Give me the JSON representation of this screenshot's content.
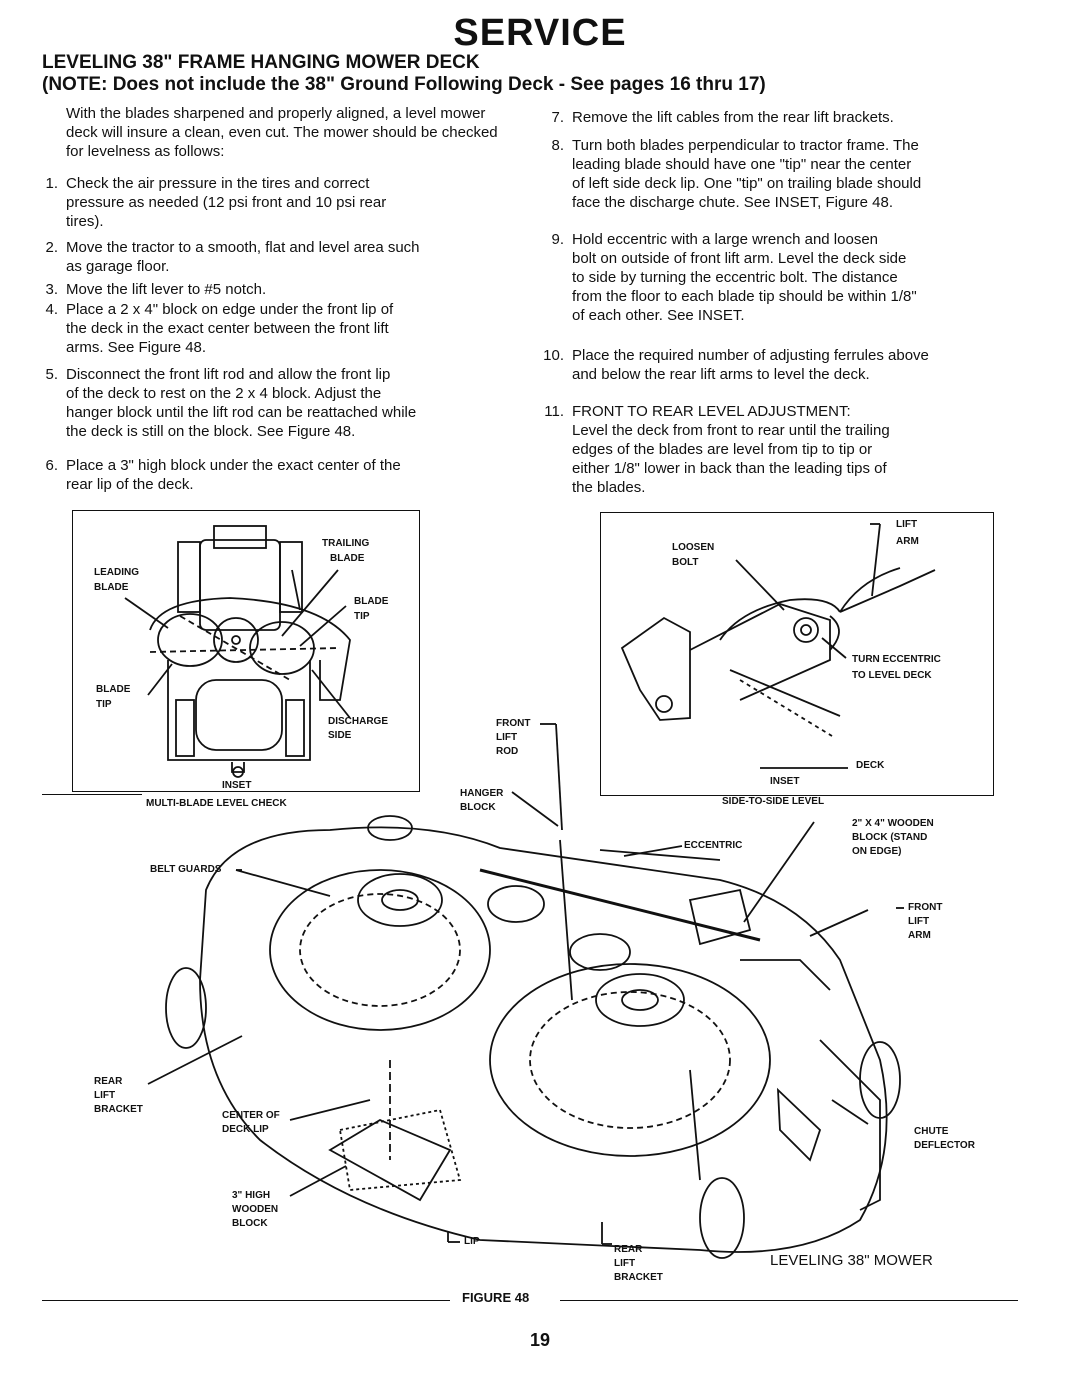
{
  "page": {
    "title": "SERVICE",
    "heading": "LEVELING 38\" FRAME HANGING MOWER DECK",
    "note": "(NOTE: Does not include the 38\" Ground Following Deck - See pages 16 thru 17)",
    "intro": "With the blades sharpened and properly aligned, a level mower deck will insure a clean, even cut. The mower should be checked for levelness as follows:",
    "page_number": "19"
  },
  "steps": [
    {
      "num": "1.",
      "text": [
        "Check the air pressure in the tires and correct",
        "pressure as needed (12 psi front and 10 psi rear",
        "tires)."
      ]
    },
    {
      "num": "2.",
      "text": [
        "Move the tractor to a smooth, flat and level area such",
        "as garage floor."
      ]
    },
    {
      "num": "3.",
      "text": [
        "Move the lift lever to #5 notch."
      ]
    },
    {
      "num": "4.",
      "text": [
        "Place a 2 x 4\" block on edge under the front lip of",
        "the deck in the exact center between the front lift",
        "arms. See Figure 48."
      ]
    },
    {
      "num": "5.",
      "text": [
        "Disconnect the front lift rod and allow the front lip",
        "of the deck to rest on the 2 x 4 block. Adjust the",
        "hanger block until the lift rod can be reattached while",
        "the deck is still on the block. See Figure 48."
      ]
    },
    {
      "num": "6.",
      "text": [
        "Place a 3\" high block under the exact center of the",
        "rear lip of the deck."
      ]
    },
    {
      "num": "7.",
      "text": [
        "Remove the lift cables from the rear lift brackets."
      ]
    },
    {
      "num": "8.",
      "text": [
        "Turn both blades perpendicular to tractor frame. The",
        "leading blade should have one \"tip\" near the center",
        "of left side deck lip. One \"tip\" on trailing blade should",
        "face the discharge chute. See INSET, Figure 48."
      ]
    },
    {
      "num": "9.",
      "text": [
        "Hold eccentric with a large wrench and loosen",
        "bolt on outside of front lift arm. Level the deck side",
        "to side by turning the eccentric bolt. The distance",
        "from the floor to each blade tip should be within 1/8\"",
        "of each other. See INSET."
      ]
    },
    {
      "num": "10.",
      "text": [
        "Place the required number of adjusting ferrules above",
        "and below the rear lift arms to level the deck."
      ]
    },
    {
      "num": "11.",
      "text": [
        "FRONT TO REAR LEVEL ADJUSTMENT:",
        "Level the deck from front to rear until the trailing",
        "edges of the blades are level from tip to tip or",
        "either 1/8\" lower in back than the leading tips of",
        "the blades."
      ]
    }
  ],
  "figure": {
    "caption": "FIGURE 48",
    "subtitle": "LEVELING 38\" MOWER",
    "inset_left": {
      "trailing": "TRAILING",
      "blade_a": "BLADE",
      "leading": "LEADING",
      "blade_b": "BLADE",
      "blade_c": "BLADE",
      "tip_a": "TIP",
      "blade_d": "BLADE",
      "tip_b": "TIP",
      "discharge": "DISCHARGE",
      "side": "SIDE",
      "inset": "INSET",
      "caption": "MULTI-BLADE LEVEL CHECK"
    },
    "inset_right": {
      "loosen": "LOOSEN",
      "bolt": "BOLT",
      "lift": "LIFT",
      "arm": "ARM",
      "turn_ecc": "TURN ECCENTRIC",
      "to_level": "TO LEVEL DECK",
      "deck": "DECK",
      "inset": "INSET",
      "caption": "SIDE-TO-SIDE LEVEL"
    },
    "main": {
      "front": "FRONT",
      "lift": "LIFT",
      "rod": "ROD",
      "hanger": "HANGER",
      "block": "BLOCK",
      "eccentric": "ECCENTRIC",
      "wooden_1": "2\" X 4\" WOODEN",
      "wooden_2": "BLOCK (STAND",
      "wooden_3": "ON EDGE)",
      "belt_guards": "BELT GUARDS",
      "front_arm_1": "FRONT",
      "front_arm_2": "LIFT",
      "front_arm_3": "ARM",
      "rear_1": "REAR",
      "rear_2": "LIFT",
      "rear_3": "BRACKET",
      "center_1": "CENTER OF",
      "center_2": "DECK LIP",
      "chute_1": "CHUTE",
      "chute_2": "DEFLECTOR",
      "high_1": "3\" HIGH",
      "high_2": "WOODEN",
      "high_3": "BLOCK",
      "lip": "LIP",
      "rear_b1": "REAR",
      "rear_b2": "LIFT",
      "rear_b3": "BRACKET"
    }
  }
}
